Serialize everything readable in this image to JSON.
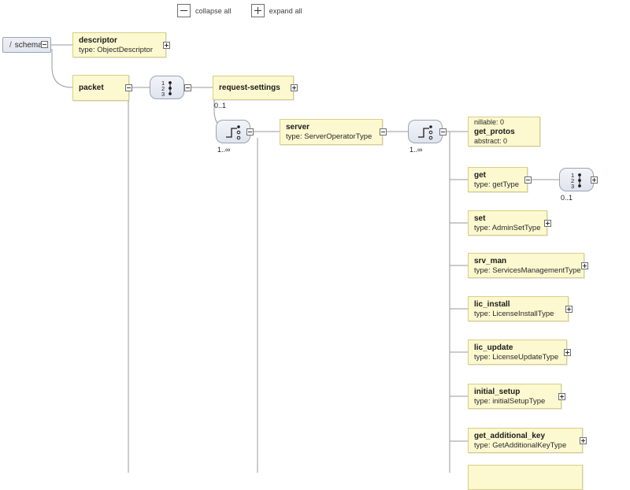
{
  "toolbar": {
    "collapse_icon": "minus-box-icon",
    "collapse_label": "collapse all",
    "expand_icon": "plus-box-icon",
    "expand_label": "expand all"
  },
  "diagram": {
    "type": "xsd-schema-tree",
    "root": {
      "slash": "/",
      "label": "schema",
      "toggle": "minus"
    },
    "colors": {
      "node_fill": "#fcf8cf",
      "node_border": "#d8ce86",
      "pill_fill": "#e9edf4",
      "pill_border": "#9aa3b4",
      "line": "#9a9a9a",
      "root_fill": "#e6eaf1"
    },
    "nodes": [
      {
        "id": "descriptor",
        "name": "descriptor",
        "type": "type: ObjectDescriptor",
        "toggle": "plus"
      },
      {
        "id": "packet",
        "name": "packet",
        "type": "",
        "toggle": "minus"
      },
      {
        "id": "request-settings",
        "name": "request-settings",
        "type": "",
        "toggle": "plus",
        "cardinality": "0..1"
      },
      {
        "id": "server",
        "name": "server",
        "type": "type: ServerOperatorType",
        "toggle": "minus"
      },
      {
        "id": "get_protos",
        "name": "get_protos",
        "type": "",
        "toggle": "",
        "attr_top": "nillable: 0",
        "attr_bottom": "abstract: 0"
      },
      {
        "id": "get",
        "name": "get",
        "type": "type: getType",
        "toggle": "minus"
      },
      {
        "id": "set",
        "name": "set",
        "type": "type: AdminSetType",
        "toggle": "plus"
      },
      {
        "id": "srv_man",
        "name": "srv_man",
        "type": "type: ServicesManagementType",
        "toggle": "plus"
      },
      {
        "id": "lic_install",
        "name": "lic_install",
        "type": "type: LicenseInstallType",
        "toggle": "plus"
      },
      {
        "id": "lic_update",
        "name": "lic_update",
        "type": "type: LicenseUpdateType",
        "toggle": "plus"
      },
      {
        "id": "initial_setup",
        "name": "initial_setup",
        "type": "type: initialSetupType",
        "toggle": "plus"
      },
      {
        "id": "get_additional_key",
        "name": "get_additional_key",
        "type": "type: GetAdditionalKeyType",
        "toggle": "plus"
      }
    ],
    "compositors": [
      {
        "id": "seq-packet",
        "kind": "sequence",
        "digits": "1 2 3",
        "cardinality": "",
        "toggle": "minus"
      },
      {
        "id": "choice-srv",
        "kind": "choice",
        "digits": "",
        "cardinality": "1..∞",
        "toggle": "minus"
      },
      {
        "id": "choice-ops",
        "kind": "choice",
        "digits": "",
        "cardinality": "1..∞",
        "toggle": "minus"
      },
      {
        "id": "seq-get",
        "kind": "sequence",
        "digits": "1 2 3",
        "cardinality": "0..1",
        "toggle": "plus"
      }
    ],
    "sequence_digits": {
      "d1": "1",
      "d2": "2",
      "d3": "3"
    }
  }
}
